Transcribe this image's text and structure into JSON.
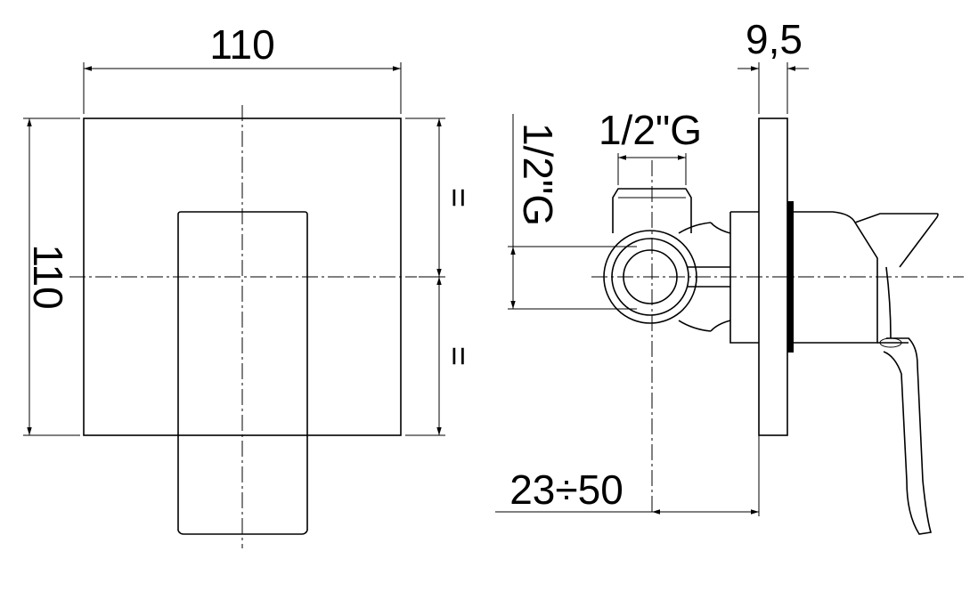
{
  "dimensions": {
    "front_width": "110",
    "front_height": "110",
    "plate_thickness": "9,5",
    "top_connection": "1/2\"G",
    "side_connection": "1/2\"G",
    "wall_depth_range": "23÷50",
    "equal_upper": "=",
    "equal_lower": "="
  }
}
